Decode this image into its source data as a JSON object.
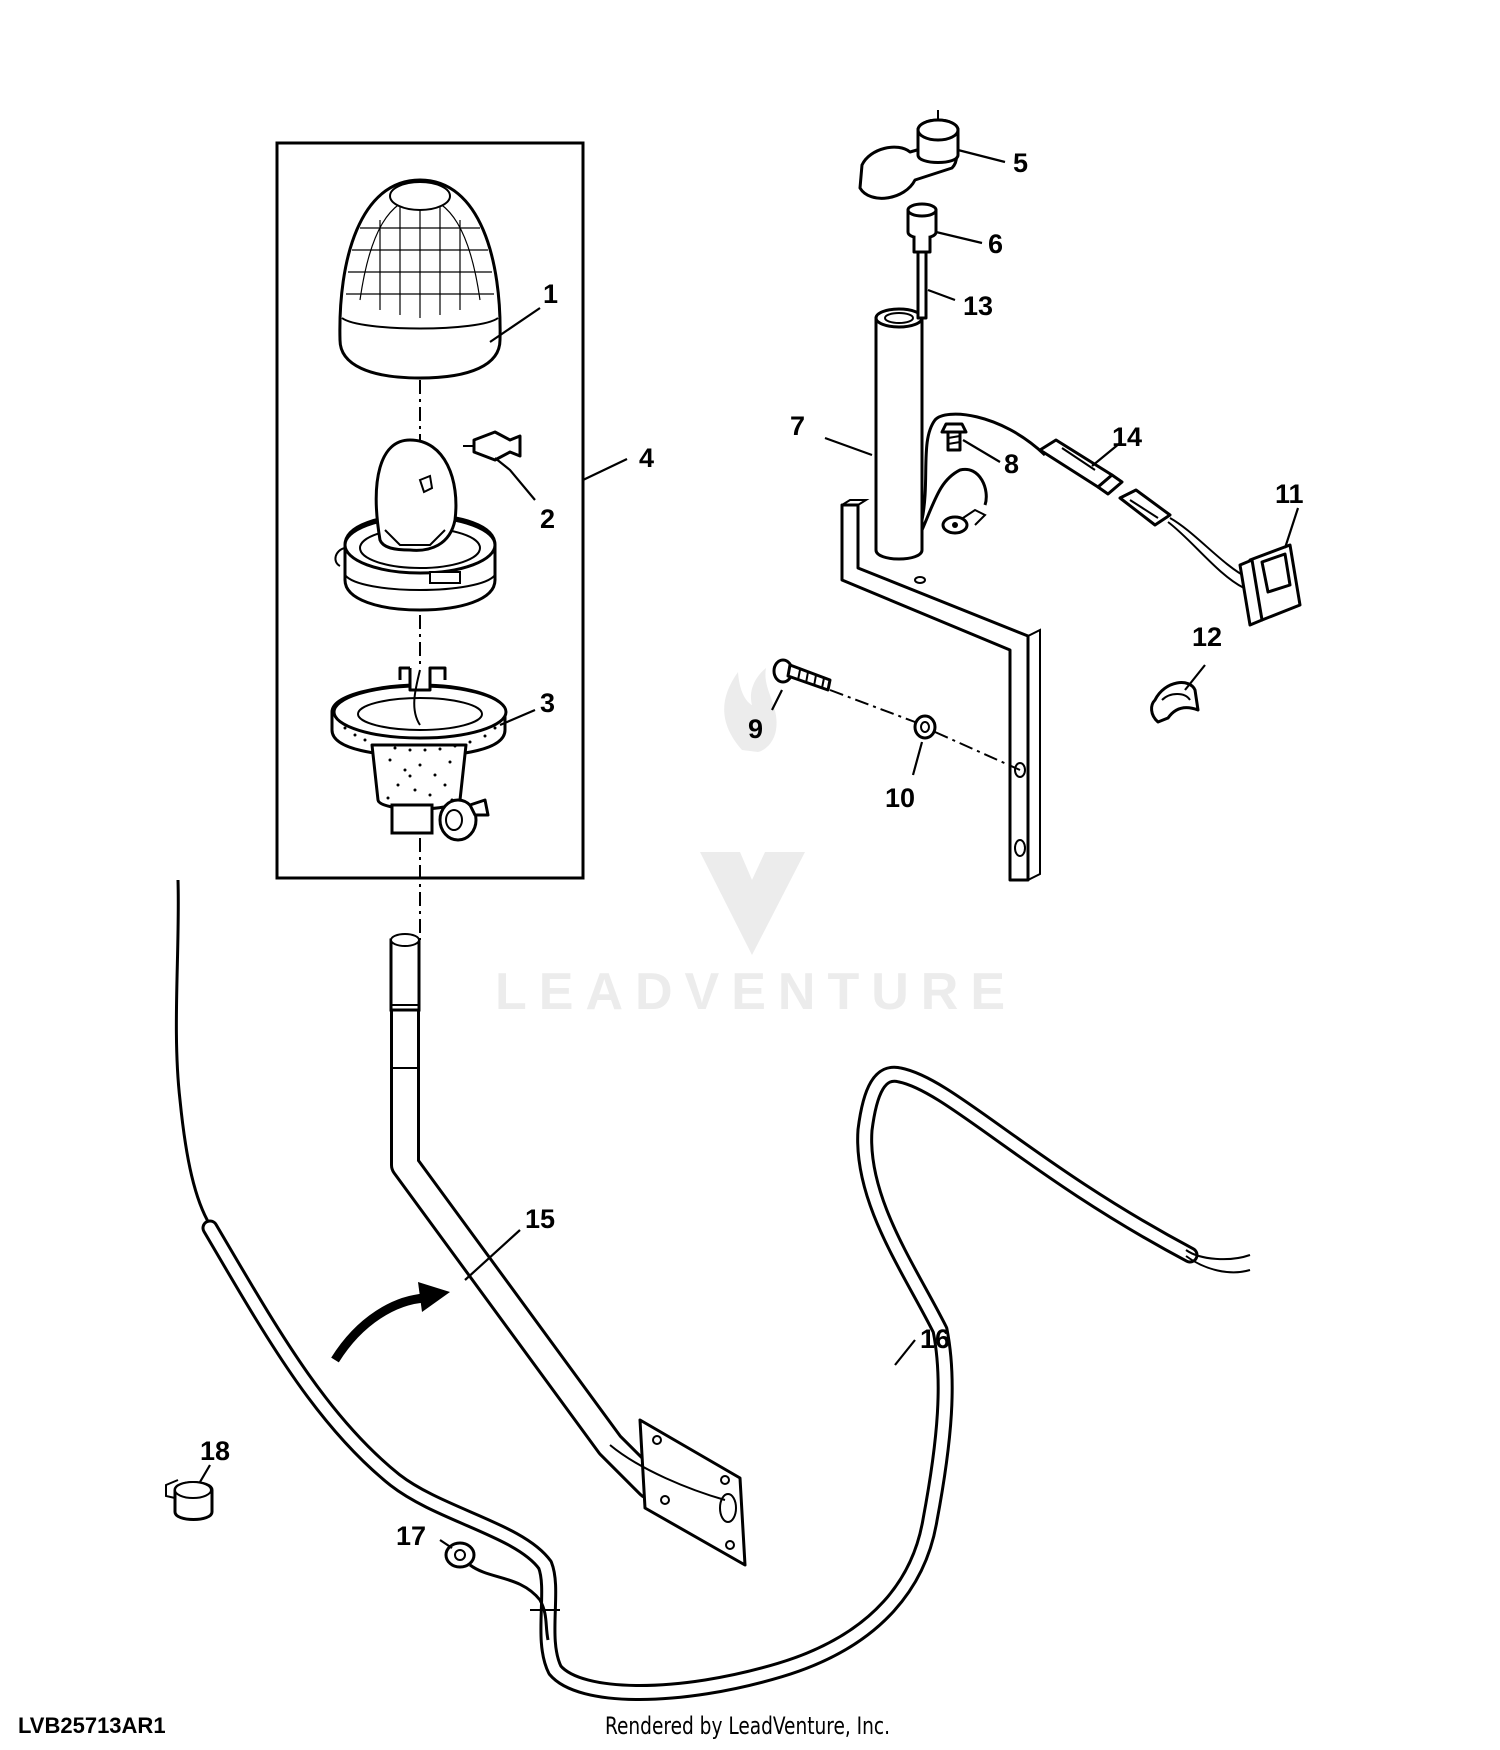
{
  "diagram_id": "LVB25713AR1",
  "credit": "Rendered by LeadVenture, Inc.",
  "watermark": "LEADVENTURE",
  "callouts": [
    "1",
    "2",
    "3",
    "4",
    "5",
    "6",
    "7",
    "8",
    "9",
    "10",
    "11",
    "12",
    "13",
    "14",
    "15",
    "16",
    "17",
    "18"
  ],
  "colors": {
    "ink": "#000000",
    "paper": "#ffffff",
    "watermark": "#e6e6e6"
  }
}
